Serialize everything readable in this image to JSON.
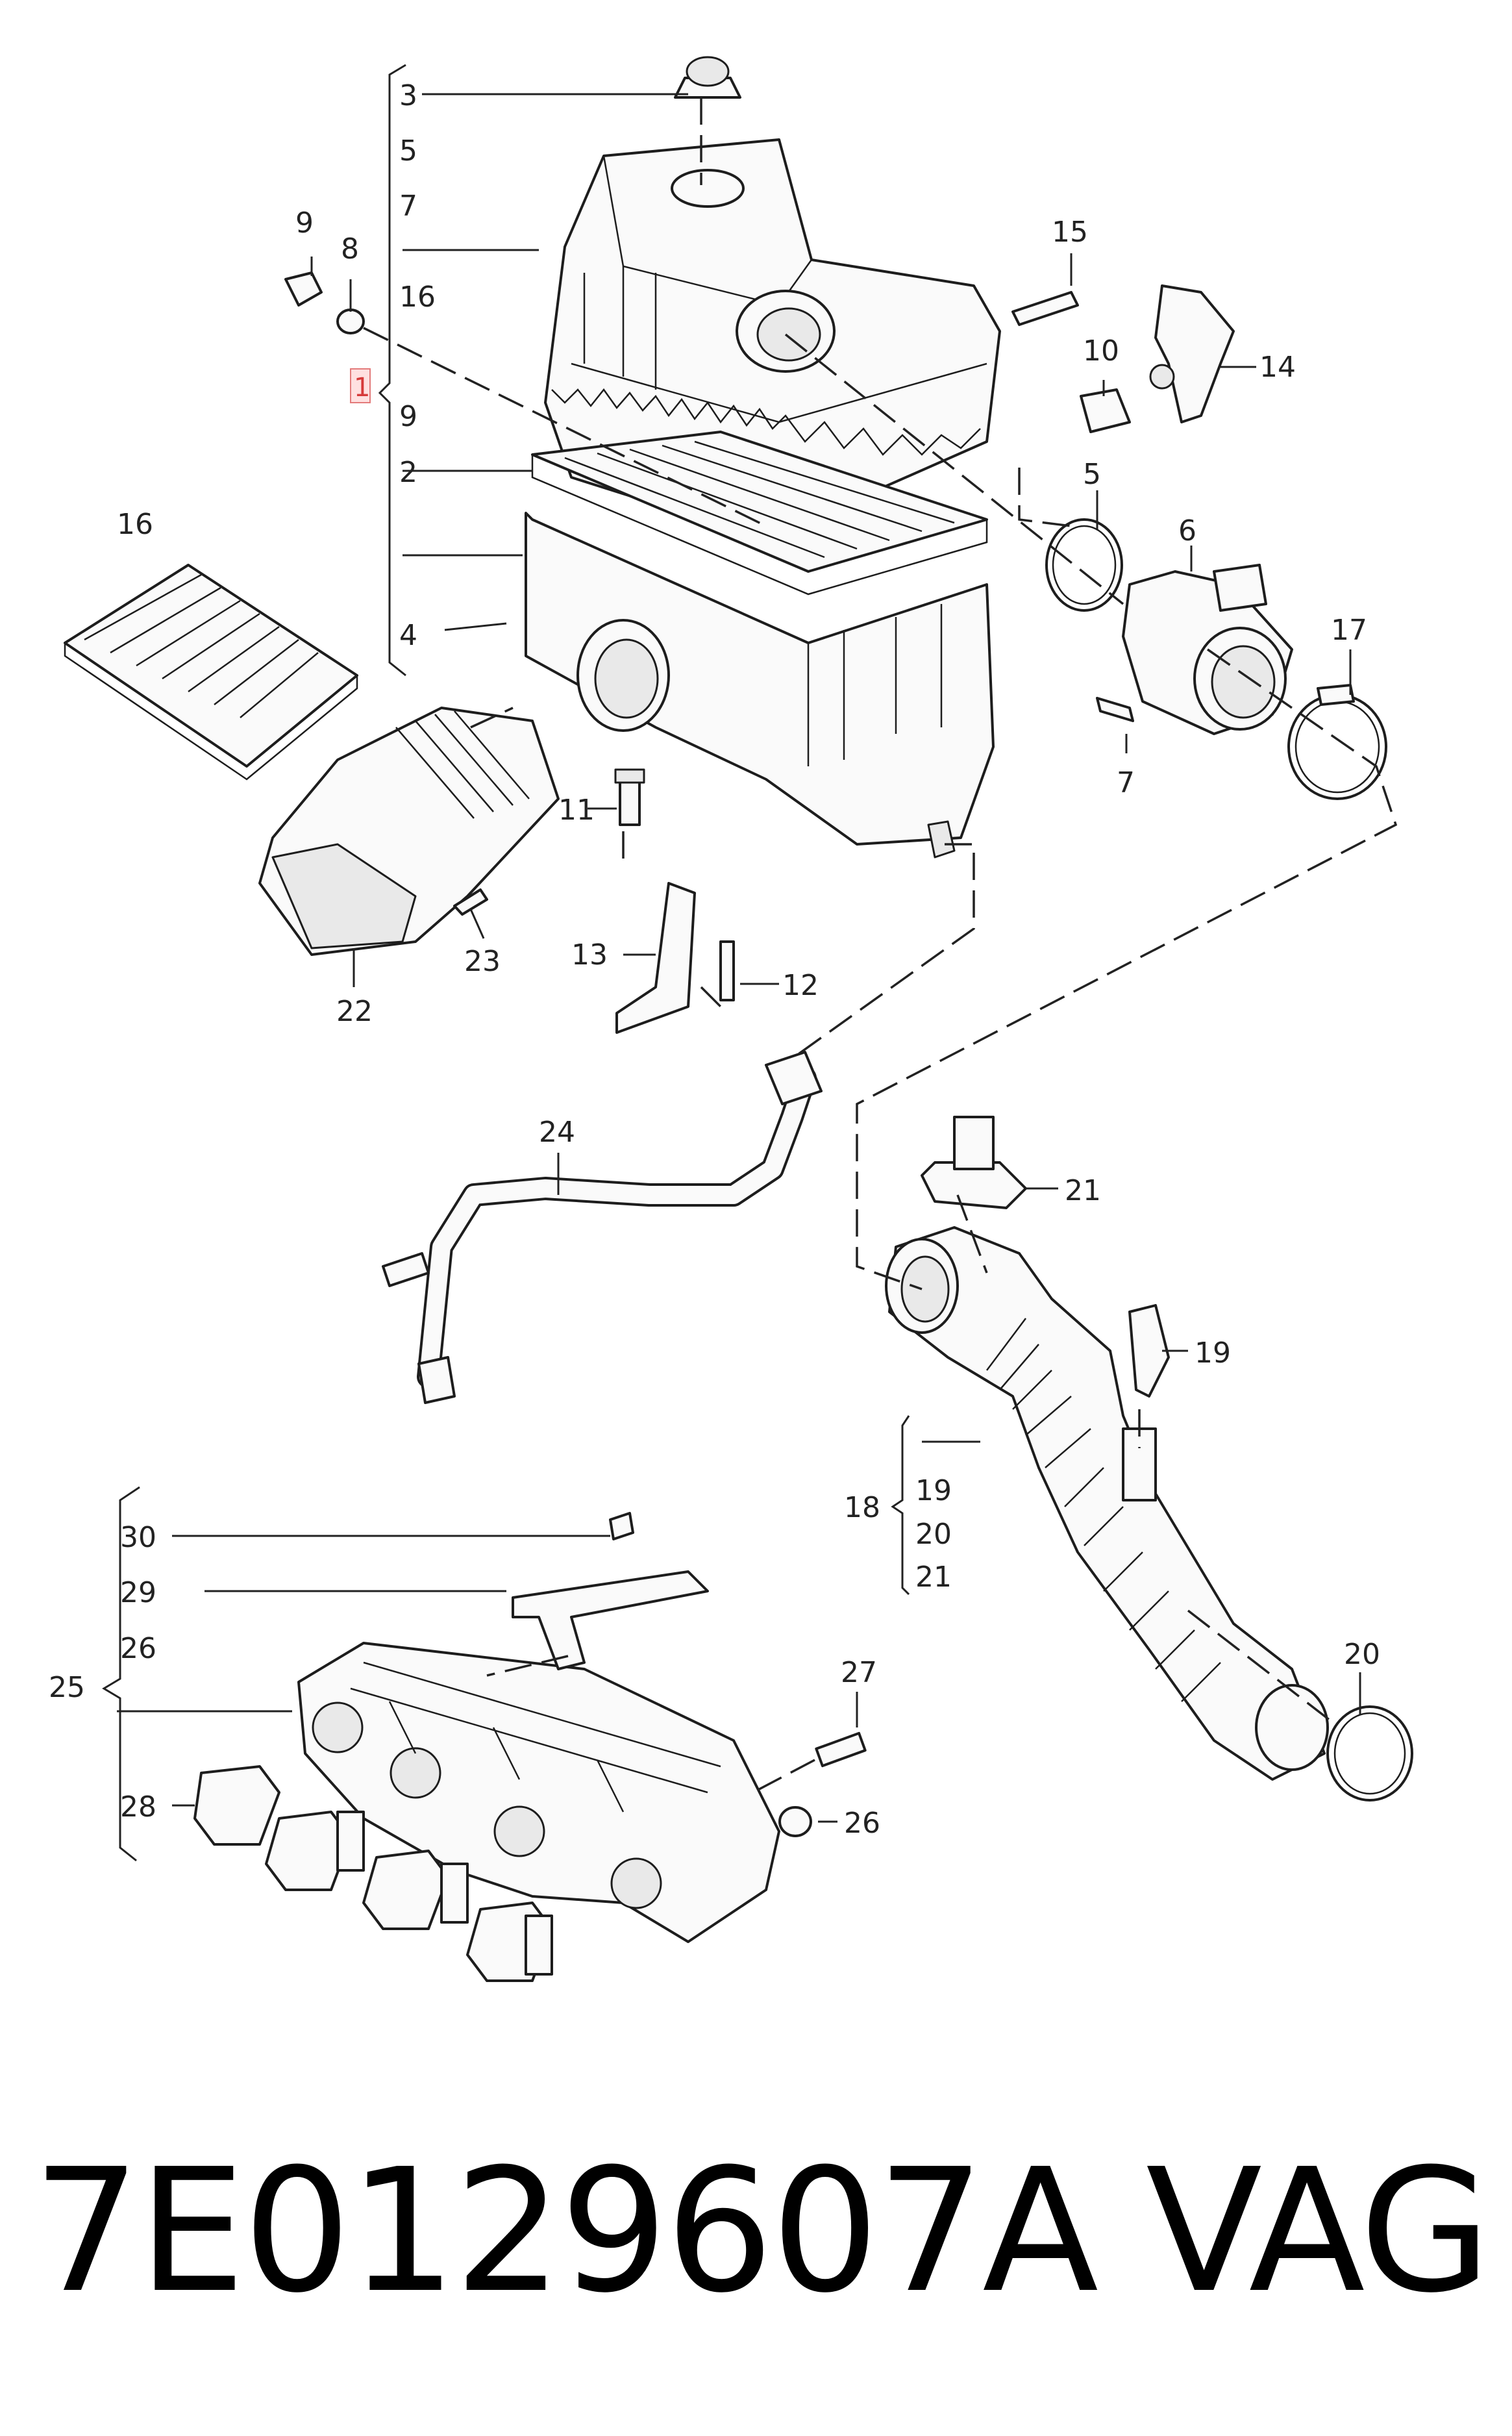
{
  "callouts": {
    "c3": "3",
    "c5a": "5",
    "c7a": "7",
    "c16a": "16",
    "c1": "1",
    "c9a": "9",
    "c2": "2",
    "c4": "4",
    "c9b": "9",
    "c8": "8",
    "c15": "15",
    "c14": "14",
    "c10": "10",
    "c5b": "5",
    "c6": "6",
    "c17": "17",
    "c7b": "7",
    "c16b": "16",
    "c11": "11",
    "c23": "23",
    "c22": "22",
    "c13": "13",
    "c12": "12",
    "c24": "24",
    "c21a": "21",
    "c19a": "19",
    "c18": "18",
    "c19b": "19",
    "c20a": "20",
    "c21b": "21",
    "c20b": "20",
    "c30": "30",
    "c29": "29",
    "c26a": "26",
    "c25": "25",
    "c28": "28",
    "c27": "27",
    "c26b": "26"
  },
  "footer": {
    "part_number": "7E0129607A",
    "brand": "VAG"
  }
}
